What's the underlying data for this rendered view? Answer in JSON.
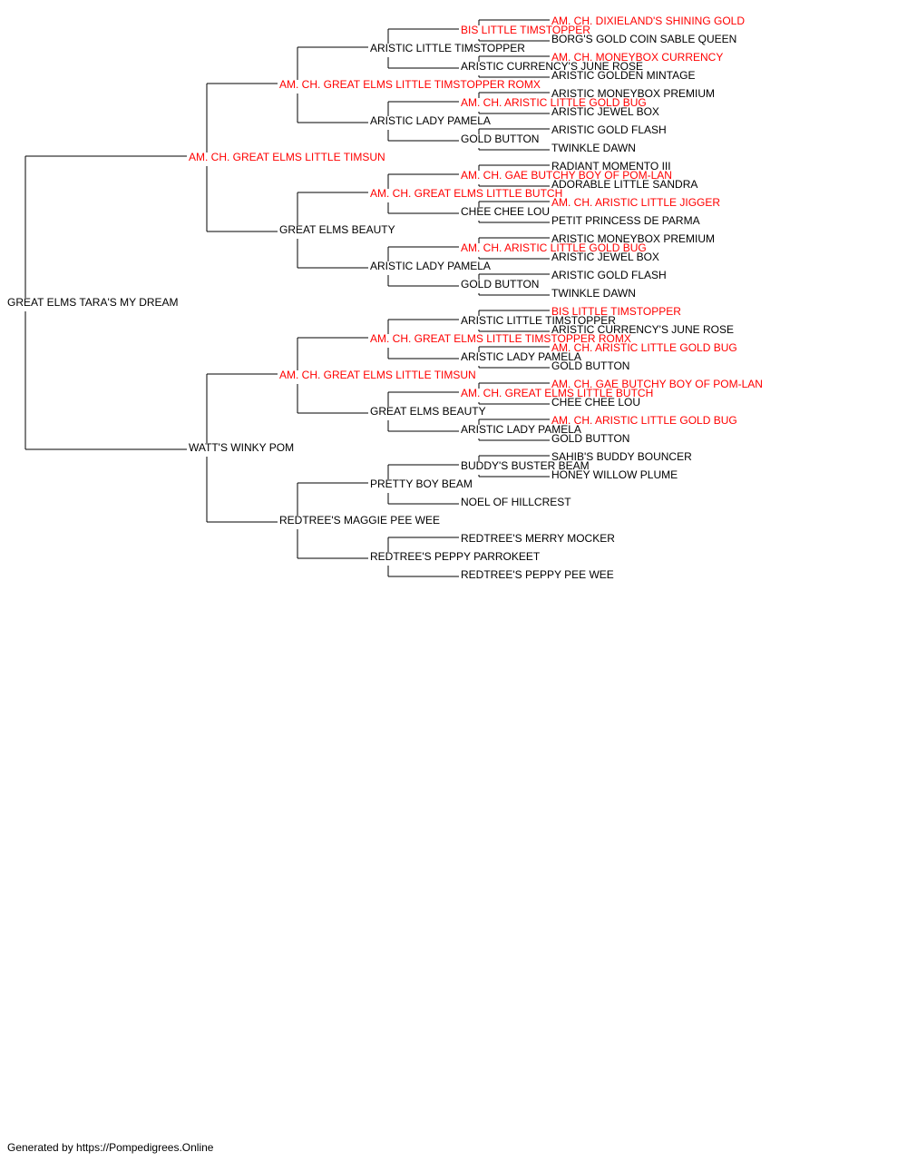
{
  "colors": {
    "champion": "#ff0000",
    "normal": "#000000",
    "lines": "#000000"
  },
  "pedigree": {
    "name": "GREAT ELMS TARA'S MY DREAM",
    "sire": {
      "name": "AM. CH. GREAT ELMS LITTLE TIMSUN",
      "champion": true,
      "sire": {
        "name": "AM. CH. GREAT ELMS LITTLE TIMSTOPPER ROMX",
        "champion": true,
        "sire": {
          "name": "ARISTIC LITTLE TIMSTOPPER",
          "sire": {
            "name": "BIS LITTLE TIMSTOPPER",
            "champion": true,
            "sire": {
              "name": "AM. CH. DIXIELAND'S SHINING GOLD",
              "champion": true
            },
            "dam": {
              "name": "BORG'S GOLD COIN SABLE QUEEN"
            }
          },
          "dam": {
            "name": "ARISTIC CURRENCY'S JUNE ROSE",
            "sire": {
              "name": "AM. CH. MONEYBOX CURRENCY",
              "champion": true
            },
            "dam": {
              "name": "ARISTIC GOLDEN MINTAGE"
            }
          }
        },
        "dam": {
          "name": "ARISTIC LADY PAMELA",
          "sire": {
            "name": "AM. CH. ARISTIC LITTLE GOLD BUG",
            "champion": true,
            "sire": {
              "name": "ARISTIC MONEYBOX PREMIUM"
            },
            "dam": {
              "name": "ARISTIC JEWEL BOX"
            }
          },
          "dam": {
            "name": "GOLD BUTTON",
            "sire": {
              "name": "ARISTIC GOLD FLASH"
            },
            "dam": {
              "name": "TWINKLE DAWN"
            }
          }
        }
      },
      "dam": {
        "name": "GREAT ELMS BEAUTY",
        "sire": {
          "name": "AM. CH. GREAT ELMS LITTLE BUTCH",
          "champion": true,
          "sire": {
            "name": "AM. CH. GAE BUTCHY BOY OF POM-LAN",
            "champion": true,
            "sire": {
              "name": "RADIANT MOMENTO III"
            },
            "dam": {
              "name": "ADORABLE LITTLE SANDRA"
            }
          },
          "dam": {
            "name": "CHEE CHEE LOU",
            "sire": {
              "name": "AM. CH. ARISTIC LITTLE JIGGER",
              "champion": true
            },
            "dam": {
              "name": "PETIT PRINCESS DE PARMA"
            }
          }
        },
        "dam": {
          "name": "ARISTIC LADY PAMELA",
          "sire": {
            "name": "AM. CH. ARISTIC LITTLE GOLD BUG",
            "champion": true,
            "sire": {
              "name": "ARISTIC MONEYBOX PREMIUM"
            },
            "dam": {
              "name": "ARISTIC JEWEL BOX"
            }
          },
          "dam": {
            "name": "GOLD BUTTON",
            "sire": {
              "name": "ARISTIC GOLD FLASH"
            },
            "dam": {
              "name": "TWINKLE DAWN"
            }
          }
        }
      }
    },
    "dam": {
      "name": "WATT'S WINKY POM",
      "sire": {
        "name": "AM. CH. GREAT ELMS LITTLE TIMSUN",
        "champion": true,
        "sire": {
          "name": "AM. CH. GREAT ELMS LITTLE TIMSTOPPER ROMX",
          "champion": true,
          "sire": {
            "name": "ARISTIC LITTLE TIMSTOPPER",
            "sire": {
              "name": "BIS LITTLE TIMSTOPPER",
              "champion": true
            },
            "dam": {
              "name": "ARISTIC CURRENCY'S JUNE ROSE"
            }
          },
          "dam": {
            "name": "ARISTIC LADY PAMELA",
            "sire": {
              "name": "AM. CH. ARISTIC LITTLE GOLD BUG",
              "champion": true
            },
            "dam": {
              "name": "GOLD BUTTON"
            }
          }
        },
        "dam": {
          "name": "GREAT ELMS BEAUTY",
          "sire": {
            "name": "AM. CH. GREAT ELMS LITTLE BUTCH",
            "champion": true,
            "sire": {
              "name": "AM. CH. GAE BUTCHY BOY OF POM-LAN",
              "champion": true
            },
            "dam": {
              "name": "CHEE CHEE LOU"
            }
          },
          "dam": {
            "name": "ARISTIC LADY PAMELA",
            "sire": {
              "name": "AM. CH. ARISTIC LITTLE GOLD BUG",
              "champion": true
            },
            "dam": {
              "name": "GOLD BUTTON"
            }
          }
        }
      },
      "dam": {
        "name": "REDTREE'S MAGGIE PEE WEE",
        "sire": {
          "name": "PRETTY BOY BEAM",
          "sire": {
            "name": "BUDDY'S BUSTER BEAM",
            "sire": {
              "name": "SAHIB'S BUDDY BOUNCER"
            },
            "dam": {
              "name": "HONEY WILLOW PLUME"
            }
          },
          "dam": {
            "name": "NOEL OF HILLCREST"
          }
        },
        "dam": {
          "name": "REDTREE'S PEPPY PARROKEET",
          "sire": {
            "name": "REDTREE'S MERRY MOCKER"
          },
          "dam": {
            "name": "REDTREE'S PEPPY PEE WEE"
          }
        }
      }
    }
  },
  "footer": "Generated by https://Pompedigrees.Online"
}
